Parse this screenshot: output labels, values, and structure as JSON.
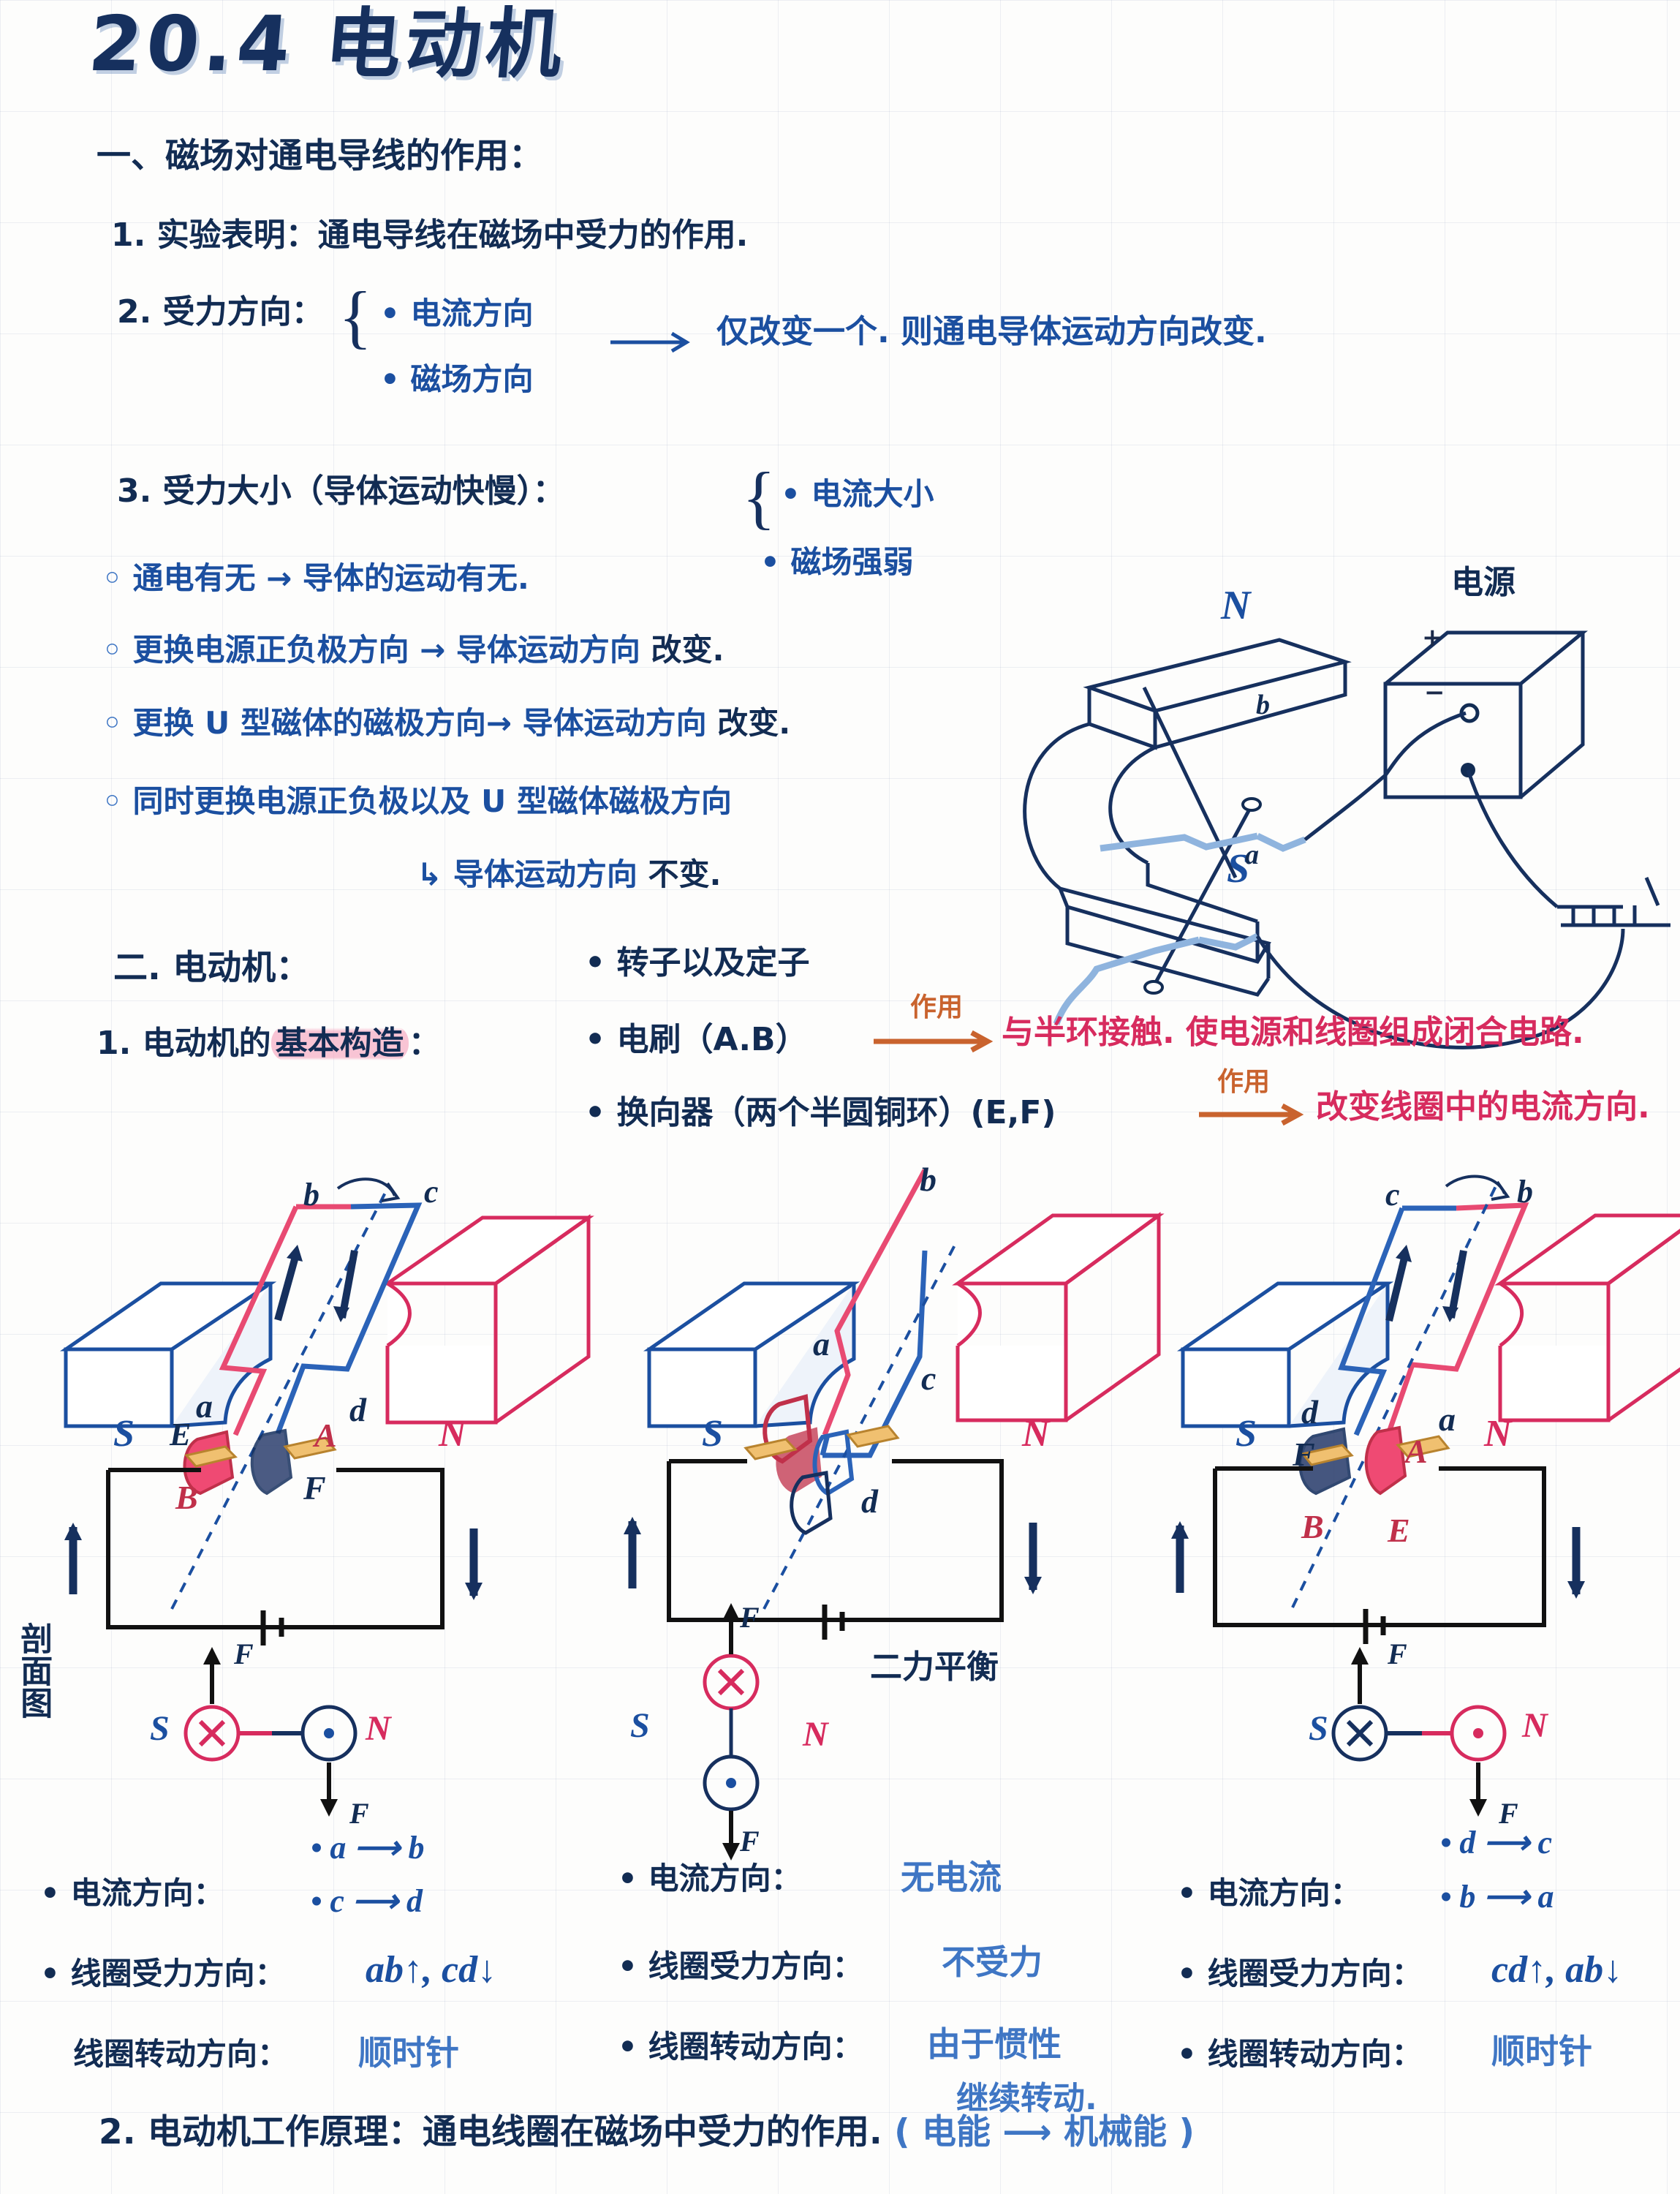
{
  "title": "20.4 电动机",
  "section1": {
    "heading": "一、磁场对通电导线的作用：",
    "item1": "1. 实验表明：通电导线在磁场中受力的作用.",
    "item2_label": "2. 受力方向：",
    "item2_a": "电流方向",
    "item2_b": "磁场方向",
    "item2_result": "仅改变一个. 则通电导体运动方向改变.",
    "item3_label": "3. 受力大小（导体运动快慢）：",
    "item3_a": "电流大小",
    "item3_b": "磁场强弱",
    "bullets": [
      {
        "text": "通电有无 → 导体的运动有无.",
        "emph": ""
      },
      {
        "text": "更换电源正负极方向 → 导体运动方向",
        "emph": "改变."
      },
      {
        "text": "更换 U 型磁体的磁极方向→ 导体运动方向",
        "emph": "改变."
      },
      {
        "text": "同时更换电源正负极以及 U 型磁体磁极方向",
        "emph": ""
      }
    ],
    "sub_arrow": "↳ 导体运动方向",
    "sub_arrow_emph": "不变."
  },
  "experiment_diagram": {
    "power_label": "电源",
    "pole_n": "N",
    "pole_s": "S",
    "wire_a": "a",
    "wire_b": "b",
    "plus": "+",
    "minus": "−"
  },
  "section2": {
    "heading": "二. 电动机：",
    "item1_label": "1. 电动机的基本构造：",
    "item1_highlight": "基本构造",
    "parts": [
      {
        "text": "转子以及定子",
        "note": "",
        "arrow": ""
      },
      {
        "text": "电刷（A.B）",
        "arrow": "作用",
        "note": "与半环接触. 使电源和线圈组成闭合电路."
      },
      {
        "text": "换向器（两个半圆铜环）(E,F)",
        "arrow": "作用",
        "note": "改变线圈中的电流方向."
      }
    ],
    "item2": "2. 电动机工作原理：通电线圈在磁场中受力的作用.",
    "item2_paren": "( 电能 ⟶ 机械能 )"
  },
  "cross_section_label": "剖面图",
  "balance_note": "二力平衡",
  "motor_states": [
    {
      "coil_labels": {
        "top_left": "b",
        "top_right": "c",
        "bottom_left": "a",
        "bottom_right": "d"
      },
      "brush_left": "E",
      "brush_right": "F",
      "comm_left": "B",
      "comm_right": "A",
      "magnet_left": "S",
      "magnet_right": "N",
      "cross_left_symbol": "×",
      "cross_right_symbol": "•",
      "force_up": "F",
      "force_down": "F",
      "cs_left_pole": "S",
      "cs_right_pole": "N",
      "current_rows": [
        "a ⟶ b",
        "c ⟶ d"
      ],
      "current_label": "电流方向：",
      "force_label": "线圈受力方向：",
      "force_value": "ab↑, cd↓",
      "rotation_label": "线圈转动方向：",
      "rotation_value": "顺时针"
    },
    {
      "coil_labels": {
        "top_left": "",
        "top_right": "b",
        "bottom_left": "a",
        "bottom_right": "c",
        "extra": "d"
      },
      "magnet_left": "S",
      "magnet_right": "N",
      "cross_left_symbol": "×",
      "cross_right_symbol": "•",
      "force_up": "F",
      "force_down": "F",
      "cs_left_pole": "S",
      "cs_right_pole": "N",
      "current_rows": [
        "无电流"
      ],
      "current_label": "电流方向：",
      "force_label": "线圈受力方向：",
      "force_value": "不受力",
      "rotation_label": "线圈转动方向：",
      "rotation_value": "由于惯性",
      "rotation_value2": "继续转动."
    },
    {
      "coil_labels": {
        "top_left": "c",
        "top_right": "b",
        "bottom_left": "d",
        "bottom_right": "a"
      },
      "brush_left": "F",
      "brush_right": "E",
      "comm_left": "B",
      "comm_right": "A",
      "magnet_left": "S",
      "magnet_right": "N",
      "cross_left_symbol": "×",
      "cross_right_symbol": "•",
      "force_up": "F",
      "force_down": "F",
      "cs_left_pole": "S",
      "cs_right_pole": "N",
      "current_rows": [
        "d ⟶ c",
        "b ⟶ a"
      ],
      "current_label": "电流方向：",
      "force_label": "线圈受力方向：",
      "force_value": "cd↑, ab↓",
      "rotation_label": "线圈转动方向：",
      "rotation_value": "顺时针"
    }
  ],
  "colors": {
    "navy": "#122c53",
    "blue": "#1b4fa0",
    "pink": "#d72b5e",
    "orange": "#c9632e",
    "highlight": "#f4a0b9"
  }
}
